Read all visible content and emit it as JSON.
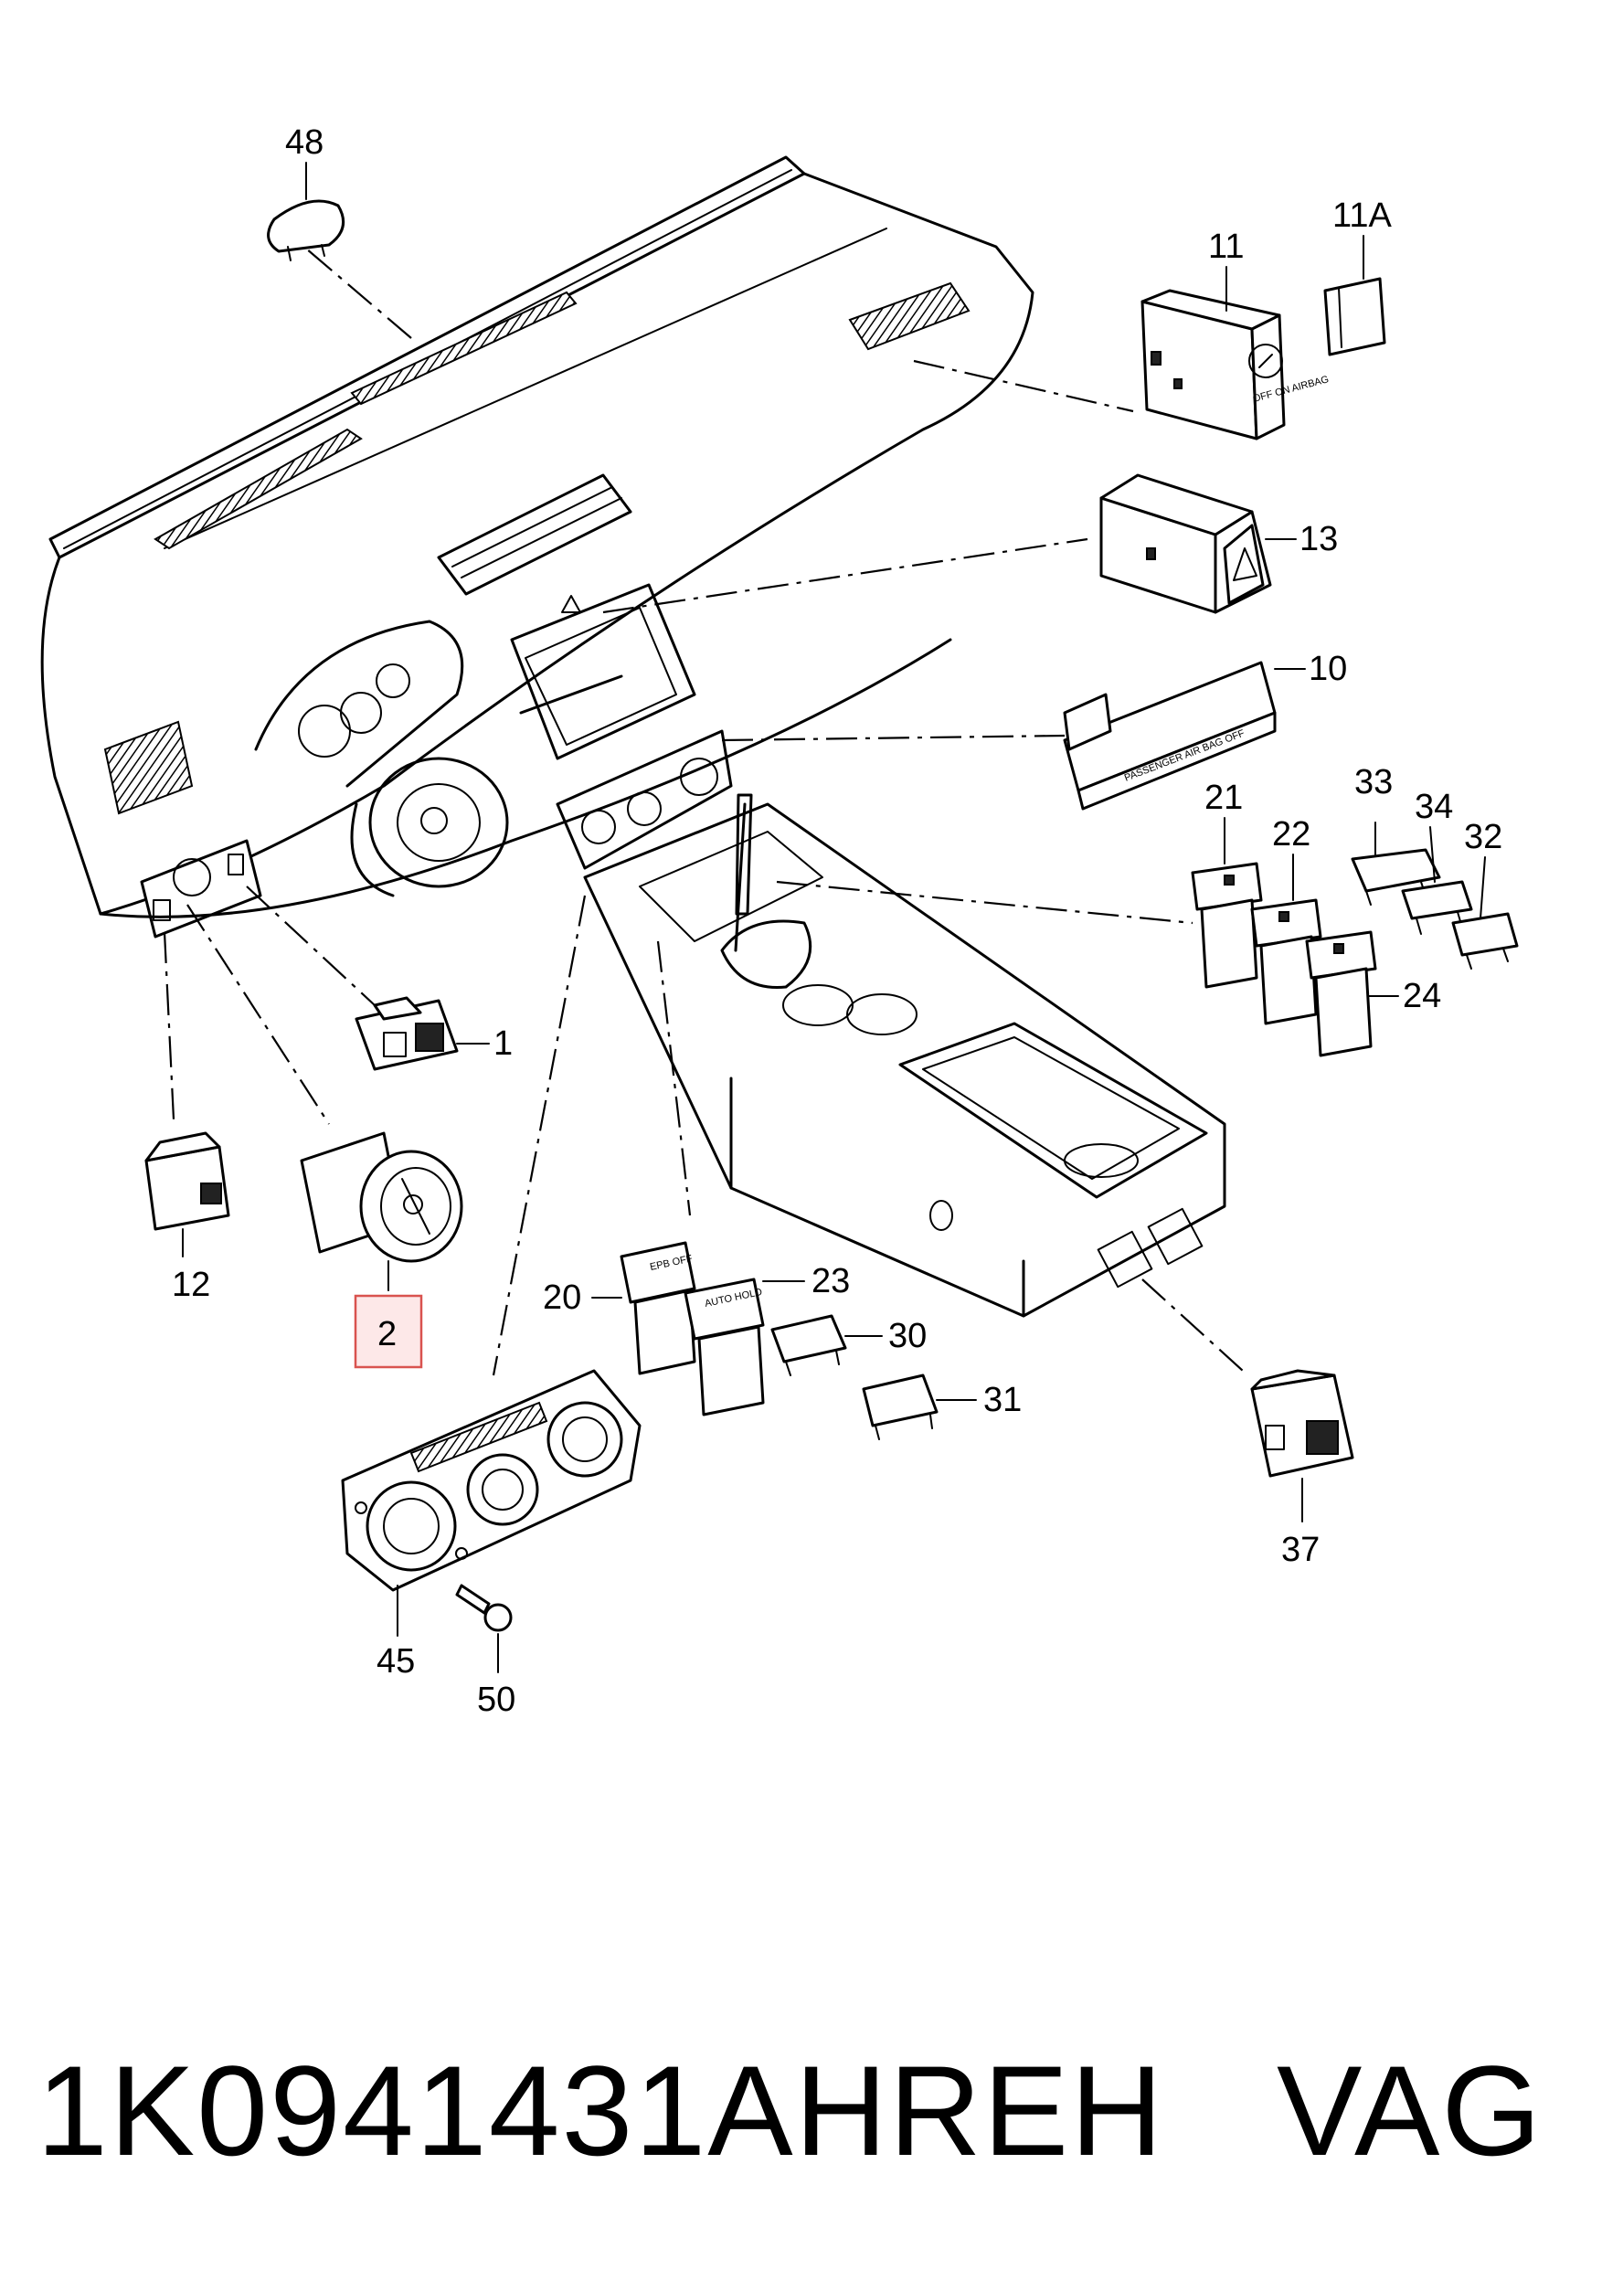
{
  "callouts": {
    "c1": "1",
    "c2": "2",
    "c10": "10",
    "c11": "11",
    "c11A": "11A",
    "c12": "12",
    "c13": "13",
    "c20": "20",
    "c21": "21",
    "c22": "22",
    "c23": "23",
    "c24": "24",
    "c30": "30",
    "c31": "31",
    "c32": "32",
    "c33": "33",
    "c34": "34",
    "c37": "37",
    "c45": "45",
    "c48": "48",
    "c50": "50"
  },
  "highlighted_callout": "2",
  "part_labels": {
    "airbag_off": "PASSENGER AIR BAG OFF",
    "airbag_switch": "OFF ON AIRBAG",
    "epb": "EPB OFF",
    "auto_hold": "AUTO HOLD"
  },
  "footer": {
    "part_number": "1K0941431AHREH   VAG"
  },
  "colors": {
    "highlight_fill": "#fde8e8",
    "highlight_stroke": "#d9534f"
  }
}
